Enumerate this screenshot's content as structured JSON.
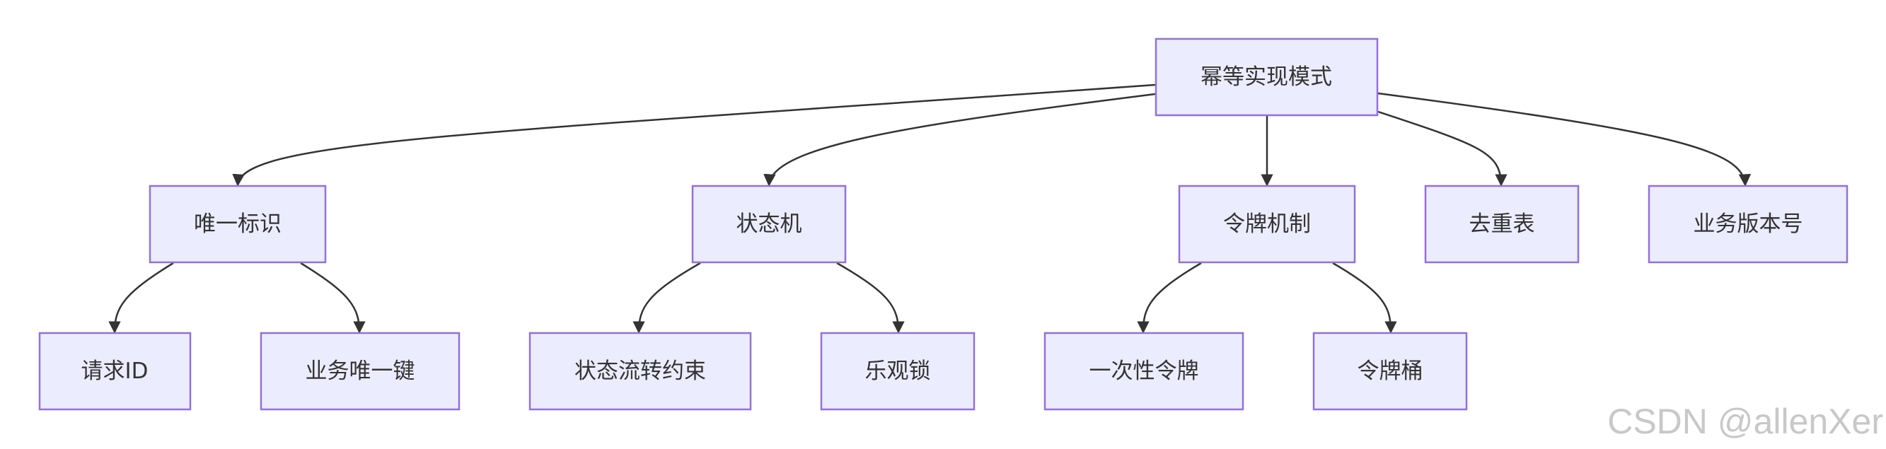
{
  "root": {
    "label": "幂等实现模式"
  },
  "level1": [
    {
      "label": "唯一标识"
    },
    {
      "label": "状态机"
    },
    {
      "label": "令牌机制"
    },
    {
      "label": "去重表"
    },
    {
      "label": "业务版本号"
    }
  ],
  "level2": [
    {
      "label": "请求ID"
    },
    {
      "label": "业务唯一键"
    },
    {
      "label": "状态流转约束"
    },
    {
      "label": "乐观锁"
    },
    {
      "label": "一次性令牌"
    },
    {
      "label": "令牌桶"
    }
  ],
  "watermark": "CSDN @allenXer",
  "colors": {
    "node_fill": "#ECECFF",
    "node_stroke": "#9370DB",
    "edge": "#333333",
    "text": "#333333"
  }
}
